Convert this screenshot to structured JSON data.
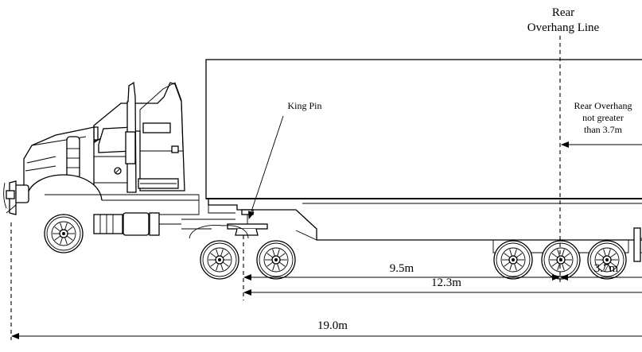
{
  "labels": {
    "rear_overhang_line_1": "Rear",
    "rear_overhang_line_2": "Overhang Line",
    "king_pin": "King Pin",
    "rear_overhang_note_1": "Rear Overhang",
    "rear_overhang_note_2": "not greater",
    "rear_overhang_note_3": "than 3.7m"
  },
  "dimensions": {
    "kingpin_to_overhang": "9.5m",
    "rear_overhang": "3.7m",
    "kingpin_to_rear": "12.3m",
    "overall_length": "19.0m"
  }
}
